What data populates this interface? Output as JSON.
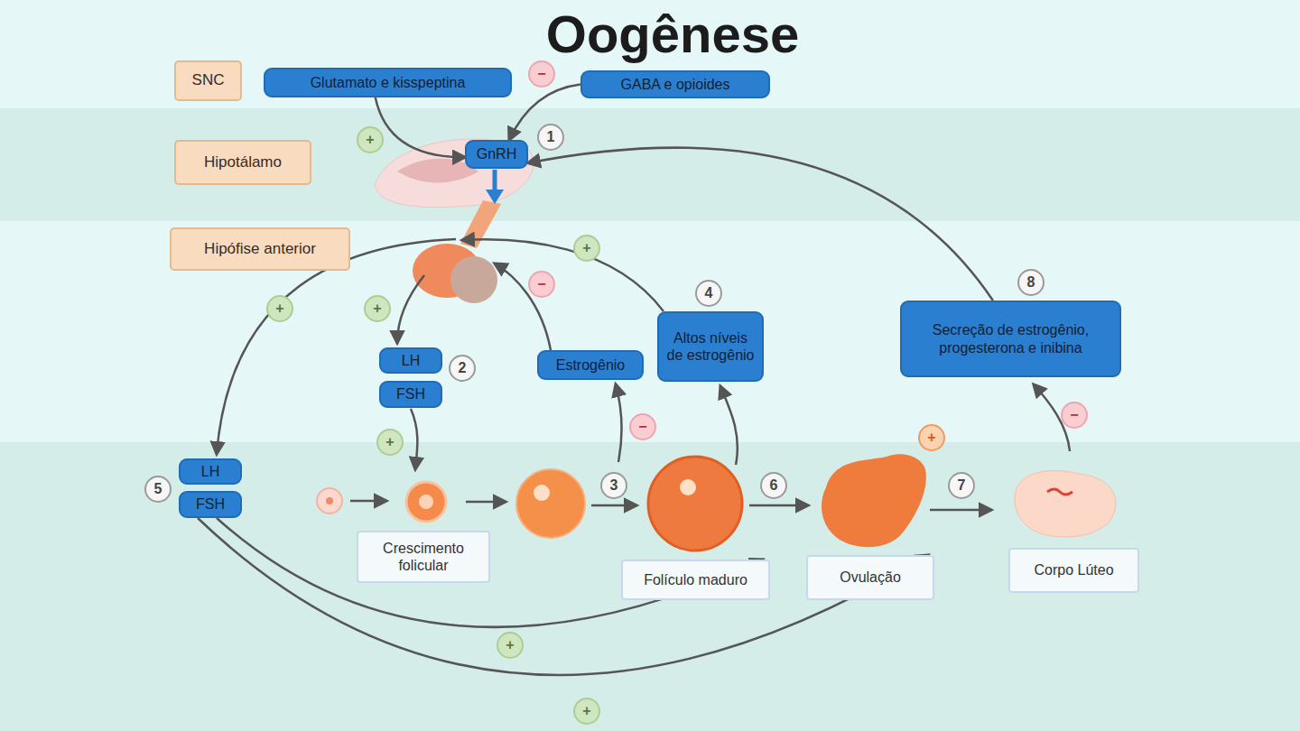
{
  "diagram": {
    "title": "Oogênese",
    "nodes": [
      {
        "text": [
          "SNC"
        ]
      },
      {
        "text": [
          "Glutamato e kisspeptina"
        ]
      },
      {
        "text": [
          "GABA e opioides"
        ]
      },
      {
        "text": [
          "Hipotálamo"
        ]
      },
      {
        "text": [
          "GnRH"
        ]
      },
      {
        "text": [
          "Hipófise anterior"
        ]
      },
      {
        "text": [
          "LH"
        ]
      },
      {
        "text": [
          "FSH"
        ]
      },
      {
        "text": [
          "Estrogênio"
        ]
      },
      {
        "text": [
          "Altos níveis de estrogênio"
        ]
      },
      {
        "text": [
          "Secreção de estrogênio, progesterona e inibina"
        ]
      },
      {
        "text": [
          "LH"
        ]
      },
      {
        "text": [
          "FSH"
        ]
      },
      {
        "text": [
          "Crescimento folicular"
        ]
      },
      {
        "text": [
          "Folículo maduro"
        ]
      },
      {
        "text": [
          "Ovulação"
        ]
      },
      {
        "text": [
          "Corpo Lúteo"
        ]
      }
    ],
    "edges": [
      {
        "from": 1,
        "to": 4,
        "arrow": "to"
      },
      {
        "from": 2,
        "to": 4,
        "arrow": "to"
      },
      {
        "from": 10,
        "to": 4,
        "arrow": "to"
      },
      {
        "from": 12,
        "to": 14,
        "arrow": "to"
      },
      {
        "from": 12,
        "to": 15,
        "arrow": "to"
      }
    ],
    "labels": [
      "−",
      "+",
      "1",
      "+",
      "+",
      "+",
      "−",
      "4",
      "8",
      "2",
      "−",
      "+",
      "+",
      "−",
      "5",
      "3",
      "6",
      "7",
      "+",
      "+"
    ]
  }
}
